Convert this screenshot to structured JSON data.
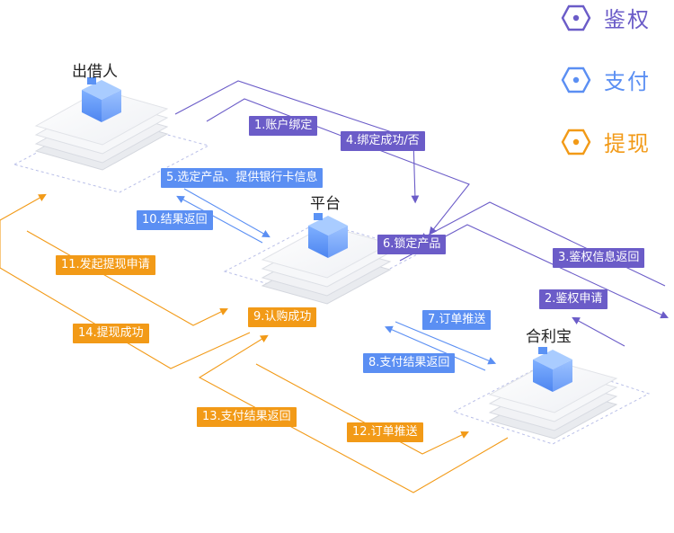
{
  "colors": {
    "auth": "#6b5cc8",
    "pay": "#5b8ff3",
    "withdraw": "#f29a17",
    "cube": "#5b93f5"
  },
  "legend": [
    {
      "label": "鉴权",
      "color": "#6b5cc8",
      "icon": "hexagon-icon"
    },
    {
      "label": "支付",
      "color": "#5b8ff3",
      "icon": "hexagon-icon"
    },
    {
      "label": "提现",
      "color": "#f29a17",
      "icon": "hexagon-icon"
    }
  ],
  "nodes": {
    "lender": "出借人",
    "platform": "平台",
    "hlb": "合利宝"
  },
  "steps": {
    "s1": "1.账户绑定",
    "s2": "2.鉴权申请",
    "s3": "3.鉴权信息返回",
    "s4": "4.绑定成功/否",
    "s5": "5.选定产品、提供银行卡信息",
    "s6": "6.锁定产品",
    "s7": "7.订单推送",
    "s8": "8.支付结果返回",
    "s9": "9.认购成功",
    "s10": "10.结果返回",
    "s11": "11.发起提现申请",
    "s12": "12.订单推送",
    "s13": "13.支付结果返回",
    "s14": "14.提现成功"
  }
}
